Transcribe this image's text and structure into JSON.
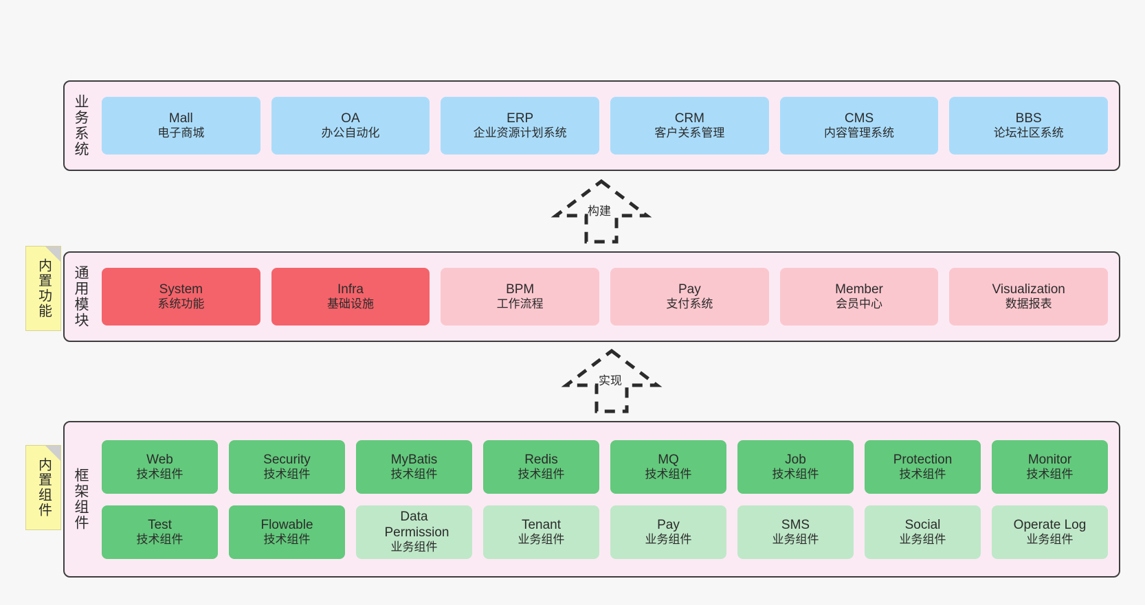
{
  "diagram": {
    "background": "#f7f7f7",
    "layer_fill": "#fbeaf4",
    "layer_border": "#3d3d3d",
    "note_fill": "#fbf8a8"
  },
  "layers": [
    {
      "id": "business-system",
      "title": "业务系统",
      "rows": [
        {
          "nodes": [
            {
              "name": "Mall",
              "sub": "电子商城",
              "color": "#aadcfa",
              "variant": "c-blue"
            },
            {
              "name": "OA",
              "sub": "办公自动化",
              "color": "#aadcfa",
              "variant": "c-blue"
            },
            {
              "name": "ERP",
              "sub": "企业资源计划系统",
              "color": "#aadcfa",
              "variant": "c-blue"
            },
            {
              "name": "CRM",
              "sub": "客户关系管理",
              "color": "#aadcfa",
              "variant": "c-blue"
            },
            {
              "name": "CMS",
              "sub": "内容管理系统",
              "color": "#aadcfa",
              "variant": "c-blue"
            },
            {
              "name": "BBS",
              "sub": "论坛社区系统",
              "color": "#aadcfa",
              "variant": "c-blue"
            }
          ]
        }
      ]
    },
    {
      "id": "common-module",
      "title": "通用模块",
      "note": "内置功能",
      "rows": [
        {
          "nodes": [
            {
              "name": "System",
              "sub": "系统功能",
              "color": "#f4636a",
              "variant": "c-red"
            },
            {
              "name": "Infra",
              "sub": "基础设施",
              "color": "#f4636a",
              "variant": "c-red"
            },
            {
              "name": "BPM",
              "sub": "工作流程",
              "color": "#fbc7ce",
              "variant": "c-pink"
            },
            {
              "name": "Pay",
              "sub": "支付系统",
              "color": "#fbc7ce",
              "variant": "c-pink"
            },
            {
              "name": "Member",
              "sub": "会员中心",
              "color": "#fbc7ce",
              "variant": "c-pink"
            },
            {
              "name": "Visualization",
              "sub": "数据报表",
              "color": "#fbc7ce",
              "variant": "c-pink"
            }
          ]
        }
      ]
    },
    {
      "id": "framework-component",
      "title": "框架组件",
      "note": "内置组件",
      "rows": [
        {
          "nodes": [
            {
              "name": "Web",
              "sub": "技术组件",
              "color": "#63c97c",
              "variant": "c-green"
            },
            {
              "name": "Security",
              "sub": "技术组件",
              "color": "#63c97c",
              "variant": "c-green"
            },
            {
              "name": "MyBatis",
              "sub": "技术组件",
              "color": "#63c97c",
              "variant": "c-green"
            },
            {
              "name": "Redis",
              "sub": "技术组件",
              "color": "#63c97c",
              "variant": "c-green"
            },
            {
              "name": "MQ",
              "sub": "技术组件",
              "color": "#63c97c",
              "variant": "c-green"
            },
            {
              "name": "Job",
              "sub": "技术组件",
              "color": "#63c97c",
              "variant": "c-green"
            },
            {
              "name": "Protection",
              "sub": "技术组件",
              "color": "#63c97c",
              "variant": "c-green"
            },
            {
              "name": "Monitor",
              "sub": "技术组件",
              "color": "#63c97c",
              "variant": "c-green"
            }
          ]
        },
        {
          "nodes": [
            {
              "name": "Test",
              "sub": "技术组件",
              "color": "#63c97c",
              "variant": "c-green"
            },
            {
              "name": "Flowable",
              "sub": "技术组件",
              "color": "#63c97c",
              "variant": "c-green"
            },
            {
              "name": "Data Permission",
              "sub": "业务组件",
              "color": "#bfe8c8",
              "variant": "c-greenlight"
            },
            {
              "name": "Tenant",
              "sub": "业务组件",
              "color": "#bfe8c8",
              "variant": "c-greenlight"
            },
            {
              "name": "Pay",
              "sub": "业务组件",
              "color": "#bfe8c8",
              "variant": "c-greenlight"
            },
            {
              "name": "SMS",
              "sub": "业务组件",
              "color": "#bfe8c8",
              "variant": "c-greenlight"
            },
            {
              "name": "Social",
              "sub": "业务组件",
              "color": "#bfe8c8",
              "variant": "c-greenlight"
            },
            {
              "name": "Operate Log",
              "sub": "业务组件",
              "color": "#bfe8c8",
              "variant": "c-greenlight"
            }
          ]
        }
      ]
    }
  ],
  "connectors": [
    {
      "id": "build",
      "label": "构建"
    },
    {
      "id": "implement",
      "label": "实现"
    }
  ]
}
